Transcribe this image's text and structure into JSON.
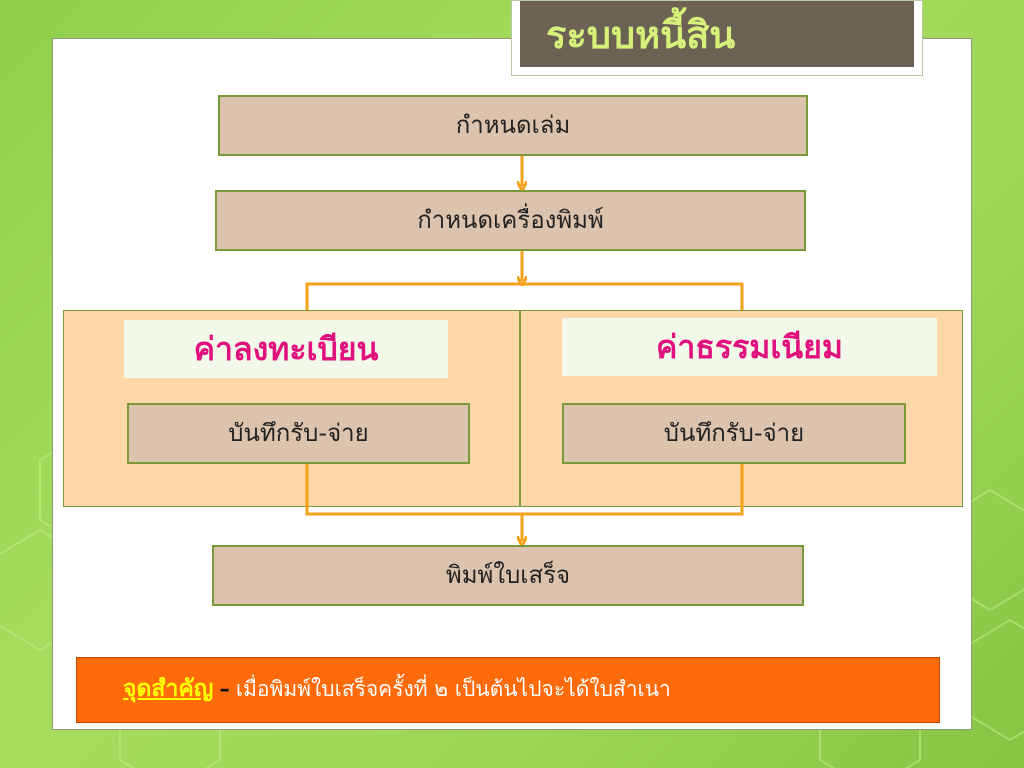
{
  "slide": {
    "title": "ระบบหนี้สิน"
  },
  "flow": {
    "step1": "กำหนดเล่ม",
    "step2": "กำหนดเครื่องพิมพ์",
    "group_left": {
      "label": "ค่าลงทะเบียน",
      "action": "บันทึกรับ-จ่าย"
    },
    "group_right": {
      "label": "ค่าธรรมเนียม",
      "action": "บันทึกรับ-จ่าย"
    },
    "step_final": "พิมพ์ใบเสร็จ"
  },
  "note": {
    "key": "จุดสำคัญ",
    "dash": "–",
    "text": "เมื่อพิมพ์ใบเสร็จครั้งที่ ๒ เป็นต้นไปจะได้ใบสำเนา"
  },
  "colors": {
    "background": "#9ed657",
    "title_bg": "#6b6254",
    "title_text": "#d6f07a",
    "step_fill": "#dcc3ad",
    "step_border": "#7a9a3a",
    "group_fill": "#fdd7a8",
    "label_text": "#e0117f",
    "connector": "#f5a11a",
    "note_bg": "#ff6a0a",
    "note_key": "#ffff00"
  }
}
